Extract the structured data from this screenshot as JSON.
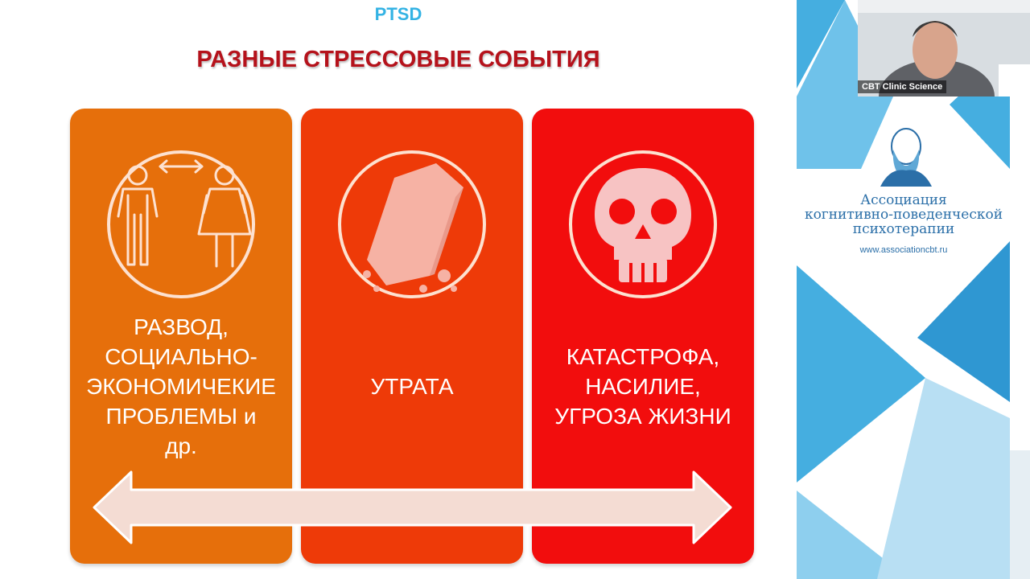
{
  "slide": {
    "tag": "PTSD",
    "title": "РАЗНЫЕ СТРЕССОВЫЕ СОБЫТИЯ",
    "cards": [
      {
        "label": "РАЗВОД,\nСОЦИАЛЬНО-\nЭКОНОМИЧЕКИЕ\nПРОБЛЕМЫ и\nдр.",
        "icon": "divorce-icon",
        "color": "#e66f0b"
      },
      {
        "label": "УТРАТА",
        "icon": "coffin-icon",
        "color": "#ee3a08"
      },
      {
        "label": "КАТАСТРОФА,\nНАСИЛИЕ,\nУГРОЗА ЖИЗНИ",
        "icon": "skull-icon",
        "color": "#f20d0d"
      }
    ],
    "arrow_icon": "double-arrow-icon"
  },
  "sidebar": {
    "association_name": "Ассоциация\nкогнитивно-поведенческой\nпсихотерапии",
    "url": "www.associationcbt.ru",
    "logo_icon": "portrait-logo-icon",
    "accent": "#39a9de"
  },
  "video": {
    "participant_name": "CBT Clinic Science"
  }
}
